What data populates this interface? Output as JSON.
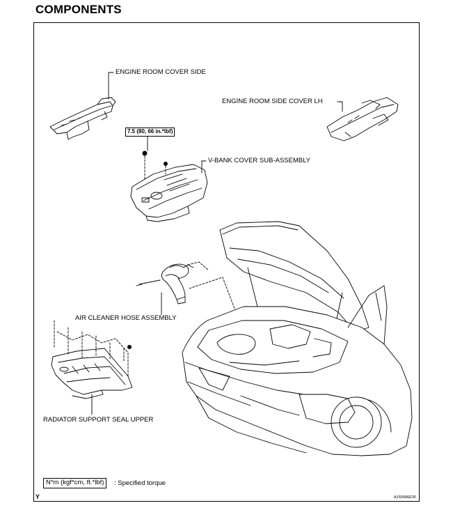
{
  "heading": "COMPONENTS",
  "labels": {
    "engine_room_cover_side": "ENGINE ROOM COVER SIDE",
    "engine_room_side_cover_lh": "ENGINE ROOM SIDE COVER LH",
    "v_bank_cover": "V-BANK COVER SUB-ASSEMBLY",
    "air_cleaner_hose": "AIR CLEANER HOSE ASSEMBLY",
    "radiator_support_seal": "RADIATOR SUPPORT SEAL UPPER"
  },
  "torque_spec": "7.5 (80, 66 in.*lbf)",
  "legend": {
    "unit_box": "N*m (kgf*cm, ft.*lbf)",
    "description": ": Specified torque"
  },
  "corner_mark": "Y",
  "figure_code": "A150686E05"
}
